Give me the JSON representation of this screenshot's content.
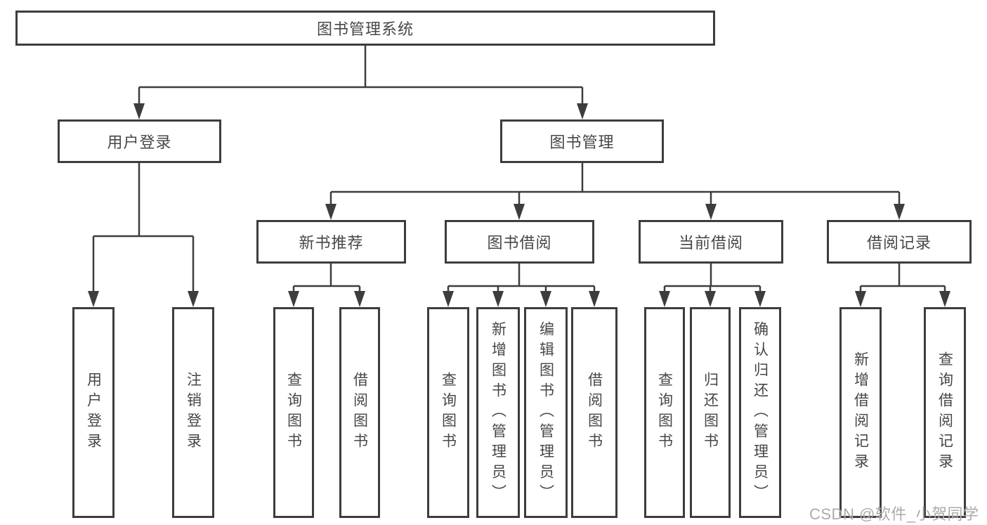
{
  "diagram": {
    "root": {
      "label": "图书管理系统"
    },
    "level2": [
      {
        "label": "用户登录"
      },
      {
        "label": "图书管理"
      }
    ],
    "level3": [
      {
        "label": "新书推荐"
      },
      {
        "label": "图书借阅"
      },
      {
        "label": "当前借阅"
      },
      {
        "label": "借阅记录"
      }
    ],
    "leaves": [
      {
        "label": "用户登录"
      },
      {
        "label": "注销登录"
      },
      {
        "label": "查询图书"
      },
      {
        "label": "借阅图书"
      },
      {
        "label": "查询图书"
      },
      {
        "label": "新增图书（管理员）"
      },
      {
        "label": "编辑图书（管理员）"
      },
      {
        "label": "借阅图书"
      },
      {
        "label": "查询图书"
      },
      {
        "label": "归还图书"
      },
      {
        "label": "确认归还（管理员）"
      },
      {
        "label": "新增借阅记录"
      },
      {
        "label": "查询借阅记录"
      }
    ]
  },
  "watermark": "CSDN @软件_小贺同学",
  "colors": {
    "line": "#3d3d3d",
    "text": "#474747",
    "watermark": "#ababab",
    "background": "#ffffff"
  }
}
